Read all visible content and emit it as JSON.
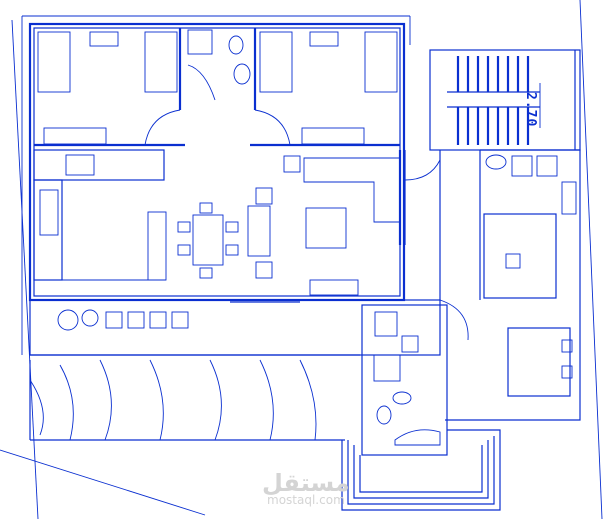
{
  "drawing": {
    "stair_dimension": "2.70",
    "line_color": "#0a2fd0"
  },
  "watermark": {
    "arabic": "مستقل",
    "latin": "mostaql.com"
  }
}
